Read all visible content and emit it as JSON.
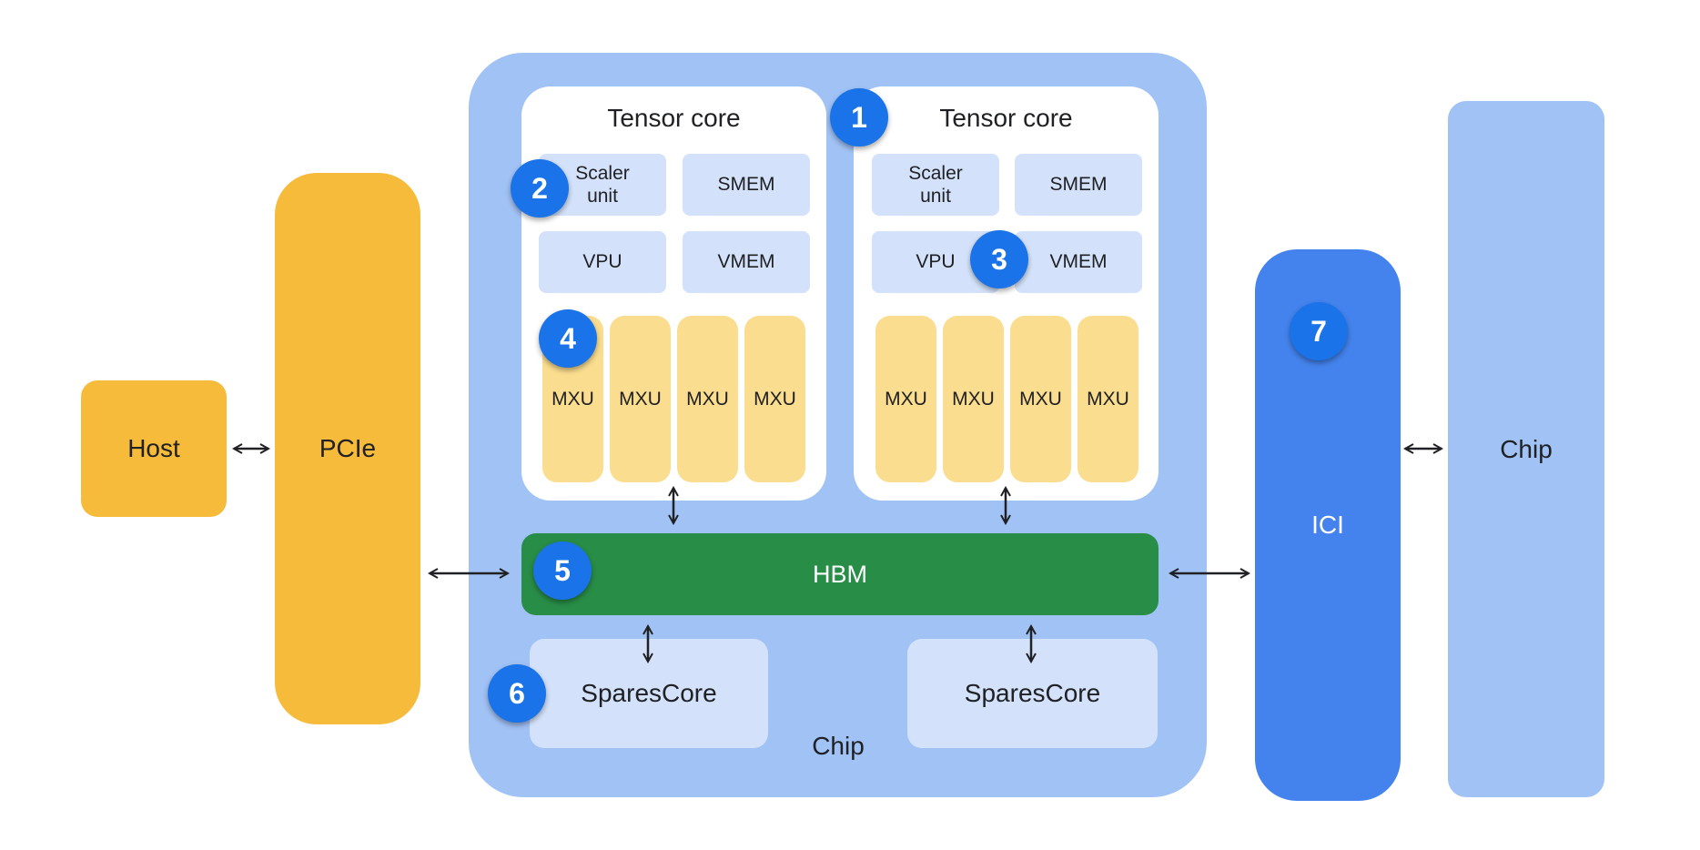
{
  "host": {
    "label": "Host"
  },
  "pcie": {
    "label": "PCIe"
  },
  "chip_main": {
    "label": "Chip"
  },
  "tensor_cores": [
    {
      "title": "Tensor core",
      "scaler": "Scaler\nunit",
      "smem": "SMEM",
      "vpu": "VPU",
      "vmem": "VMEM",
      "mxu": [
        "MXU",
        "MXU",
        "MXU",
        "MXU"
      ]
    },
    {
      "title": "Tensor core",
      "scaler": "Scaler\nunit",
      "smem": "SMEM",
      "vpu": "VPU",
      "vmem": "VMEM",
      "mxu": [
        "MXU",
        "MXU",
        "MXU",
        "MXU"
      ]
    }
  ],
  "hbm": {
    "label": "HBM"
  },
  "sparsecores": [
    "SparesCore",
    "SparesCore"
  ],
  "ici": {
    "label": "ICI"
  },
  "chip_right": {
    "label": "Chip"
  },
  "badges": [
    "1",
    "2",
    "3",
    "4",
    "5",
    "6",
    "7"
  ],
  "colors": {
    "host_pcie": "#f6bb3a",
    "chip": "#a1c2f5",
    "tensor_core": "#ffffff",
    "unit": "#d3e2fa",
    "mxu": "#fbdd8f",
    "hbm": "#288d47",
    "ici": "#4483ed",
    "badge": "#1a73e8"
  }
}
